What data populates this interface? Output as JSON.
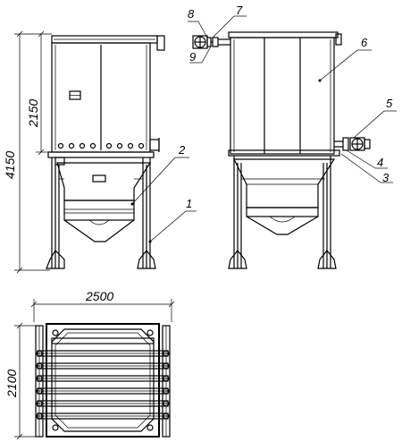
{
  "dimensions": {
    "total_height": "4150",
    "upper_height": "2150",
    "plan_width": "2500",
    "plan_depth": "2100"
  },
  "callouts": {
    "c1": "1",
    "c2": "2",
    "c3": "3",
    "c4": "4",
    "c5": "5",
    "c6": "6",
    "c7": "7",
    "c8": "8",
    "c9": "9"
  }
}
